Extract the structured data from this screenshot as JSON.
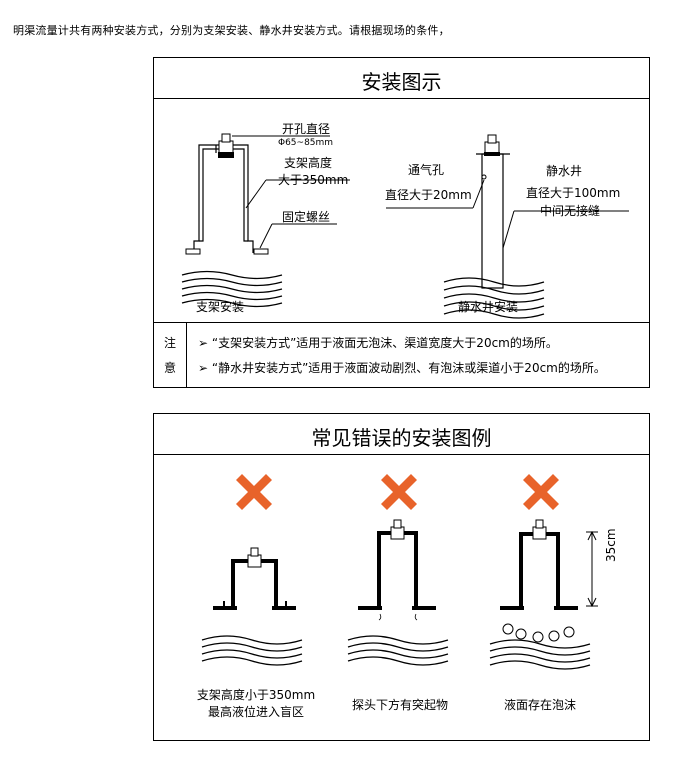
{
  "intro_text": "明渠流量计共有两种安装方式，分别为支架安装、静水井安装方式。请根据现场的条件，",
  "install_panel": {
    "title": "安装图示",
    "bracket": {
      "label_hole": "开孔直径",
      "label_hole_size": "Φ65~85mm",
      "label_height_1": "支架高度",
      "label_height_2": "大于350mm",
      "label_screw": "固定螺丝",
      "caption": "支架安装"
    },
    "well": {
      "label_vent_1": "通气孔",
      "label_vent_2": "直径大于20mm",
      "label_well_1": "静水井",
      "label_well_2": "直径大于100mm",
      "label_well_3": "中间无接缝",
      "caption": "静水井安装"
    },
    "note": {
      "side_1": "注",
      "side_2": "意",
      "line_1": "➢ “支架安装方式”适用于液面无泡沫、渠道宽度大于20cm的场所。",
      "line_2": "➢ “静水井安装方式”适用于液面波动剧烈、有泡沫或渠道小于20cm的场所。"
    }
  },
  "errors_panel": {
    "title": "常见错误的安装图例",
    "mark_color": "#e8632a",
    "items": [
      {
        "caption_1": "支架高度小于350mm",
        "caption_2": "最高液位进入盲区"
      },
      {
        "caption_1": "探头下方有突起物",
        "caption_2": ""
      },
      {
        "caption_1": "液面存在泡沫",
        "caption_2": "",
        "dimension": "35cm"
      }
    ]
  }
}
